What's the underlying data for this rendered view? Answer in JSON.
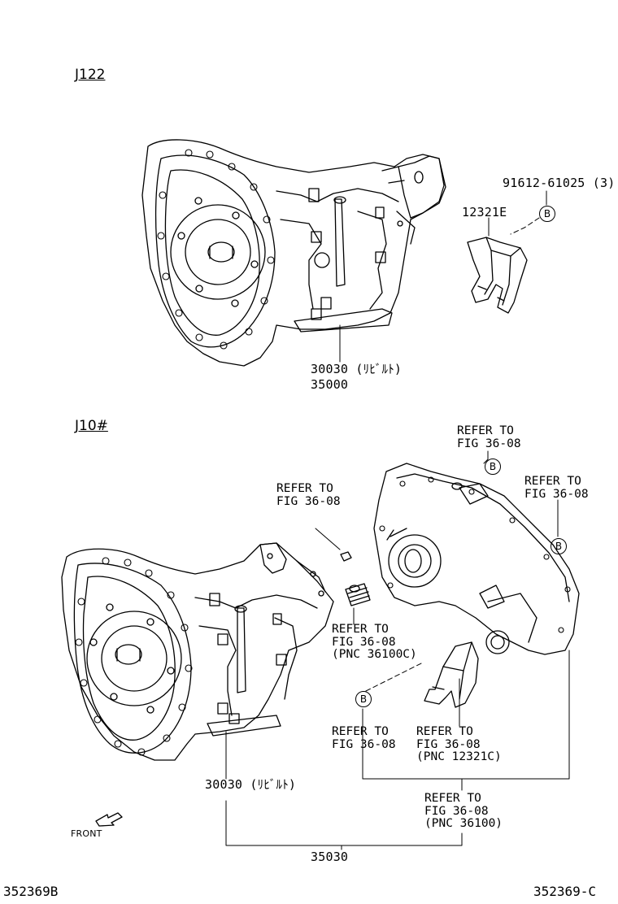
{
  "sections": {
    "top": "J122",
    "bottom": "J10#"
  },
  "top": {
    "part_number_bolt": "91612-61025 (3)",
    "bolt_circle": "B",
    "bracket_part": "12321E",
    "assembly_part_rebuilt": "30030 (ﾘﾋﾞﾙﾄ)",
    "assembly_part": "35000"
  },
  "bottom": {
    "refer_top": {
      "line1": "REFER TO",
      "line2": "FIG 36-08"
    },
    "refer_top_circle": "B",
    "refer_right": {
      "line1": "REFER TO",
      "line2": "FIG 36-08"
    },
    "refer_right_circle": "B",
    "refer_pin": {
      "line1": "REFER TO",
      "line2": "FIG 36-08"
    },
    "refer_spring": {
      "line1": "REFER TO",
      "line2": "FIG 36-08",
      "line3": "(PNC 36100C)"
    },
    "bracket_circle": "B",
    "refer_left_low": {
      "line1": "REFER TO",
      "line2": "FIG 36-08"
    },
    "refer_bracket": {
      "line1": "REFER TO",
      "line2": "FIG 36-08",
      "line3": "(PNC 12321C)"
    },
    "assembly_part_rebuilt": "30030 (ﾘﾋﾞﾙﾄ)",
    "refer_transfer": {
      "line1": "REFER TO",
      "line2": "FIG 36-08",
      "line3": "(PNC 36100)"
    },
    "assembly_part": "35030",
    "front_label": "FRONT"
  },
  "footer": {
    "left_code": "352369B",
    "right_code": "352369-C"
  }
}
